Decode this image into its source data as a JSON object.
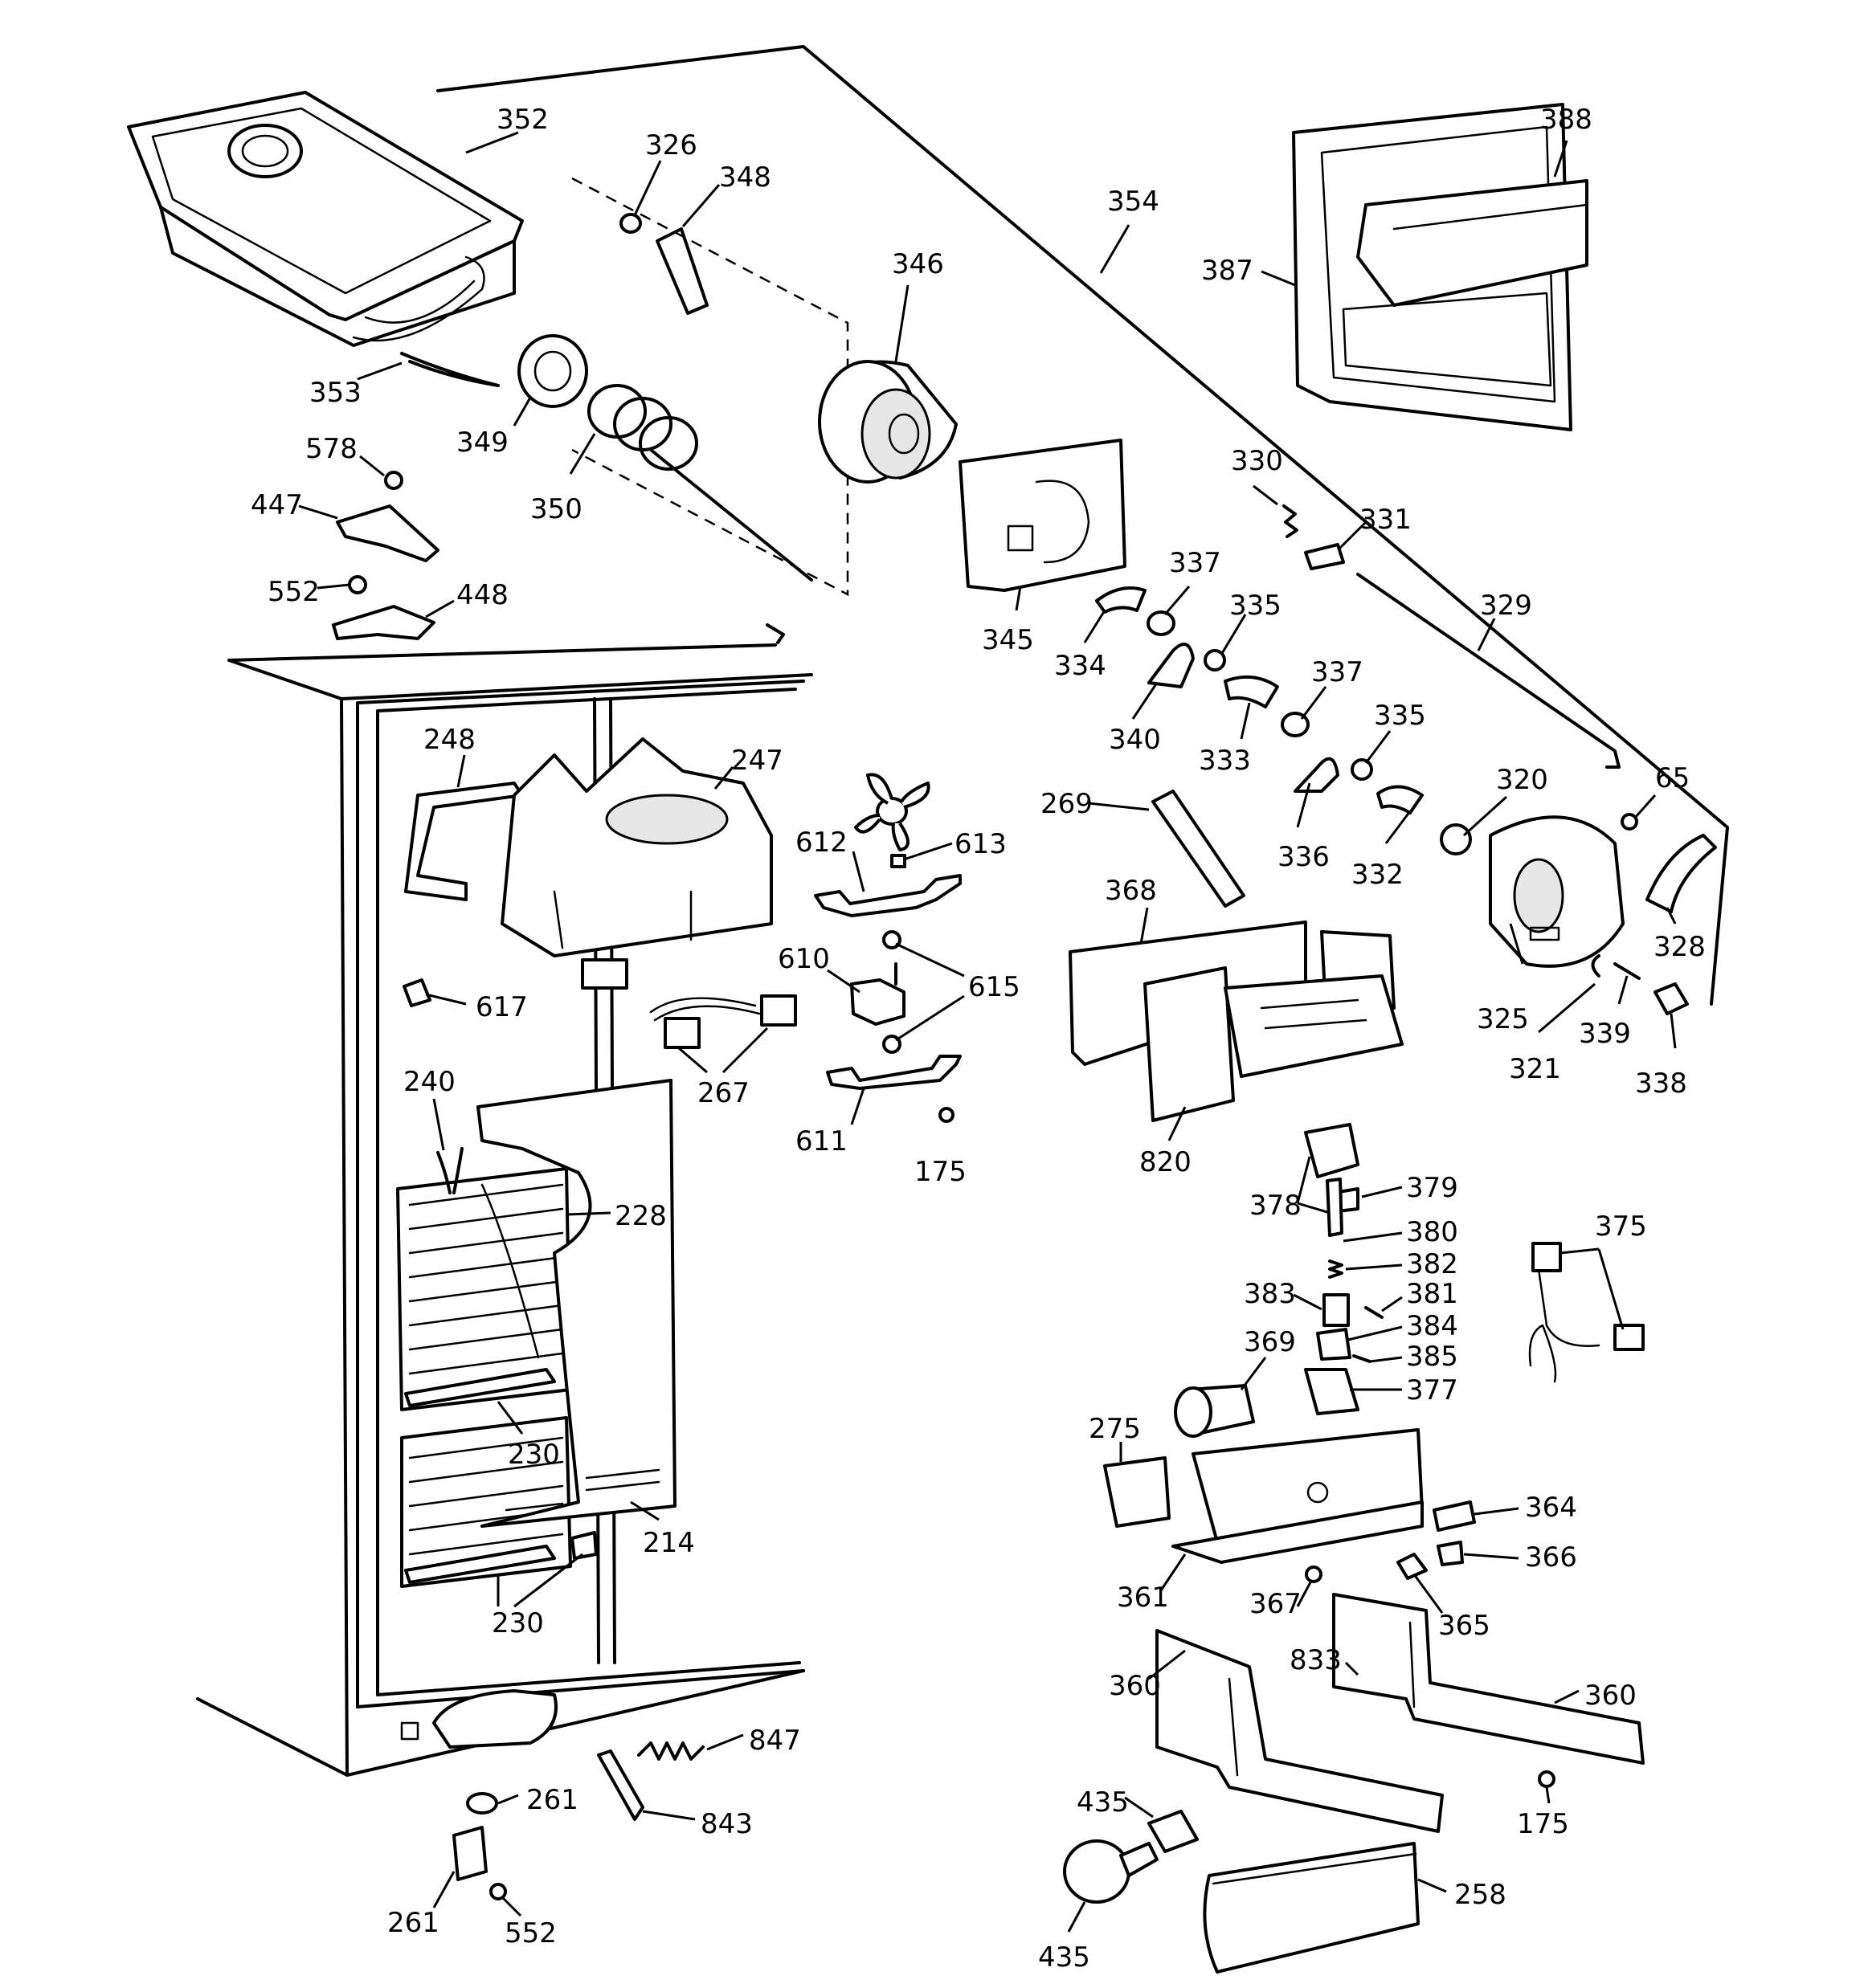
{
  "labels": [
    {
      "text": "352"
    },
    {
      "text": "326"
    },
    {
      "text": "348"
    },
    {
      "text": "346"
    },
    {
      "text": "354"
    },
    {
      "text": "388"
    },
    {
      "text": "387"
    },
    {
      "text": "353"
    },
    {
      "text": "349"
    },
    {
      "text": "350"
    },
    {
      "text": "578"
    },
    {
      "text": "447"
    },
    {
      "text": "552"
    },
    {
      "text": "448"
    },
    {
      "text": "345"
    },
    {
      "text": "330"
    },
    {
      "text": "331"
    },
    {
      "text": "337"
    },
    {
      "text": "335"
    },
    {
      "text": "334"
    },
    {
      "text": "329"
    },
    {
      "text": "340"
    },
    {
      "text": "333"
    },
    {
      "text": "337"
    },
    {
      "text": "335"
    },
    {
      "text": "320"
    },
    {
      "text": "65"
    },
    {
      "text": "248"
    },
    {
      "text": "247"
    },
    {
      "text": "612"
    },
    {
      "text": "613"
    },
    {
      "text": "269"
    },
    {
      "text": "336"
    },
    {
      "text": "332"
    },
    {
      "text": "368"
    },
    {
      "text": "328"
    },
    {
      "text": "610"
    },
    {
      "text": "615"
    },
    {
      "text": "617"
    },
    {
      "text": "325"
    },
    {
      "text": "339"
    },
    {
      "text": "321"
    },
    {
      "text": "338"
    },
    {
      "text": "240"
    },
    {
      "text": "267"
    },
    {
      "text": "611"
    },
    {
      "text": "175"
    },
    {
      "text": "820"
    },
    {
      "text": "228"
    },
    {
      "text": "378"
    },
    {
      "text": "379"
    },
    {
      "text": "375"
    },
    {
      "text": "380"
    },
    {
      "text": "382"
    },
    {
      "text": "383"
    },
    {
      "text": "381"
    },
    {
      "text": "384"
    },
    {
      "text": "369"
    },
    {
      "text": "385"
    },
    {
      "text": "377"
    },
    {
      "text": "275"
    },
    {
      "text": "230"
    },
    {
      "text": "364"
    },
    {
      "text": "214"
    },
    {
      "text": "366"
    },
    {
      "text": "361"
    },
    {
      "text": "230"
    },
    {
      "text": "367"
    },
    {
      "text": "365"
    },
    {
      "text": "833"
    },
    {
      "text": "360"
    },
    {
      "text": "360"
    },
    {
      "text": "847"
    },
    {
      "text": "261"
    },
    {
      "text": "843"
    },
    {
      "text": "175"
    },
    {
      "text": "435"
    },
    {
      "text": "258"
    },
    {
      "text": "261"
    },
    {
      "text": "552"
    },
    {
      "text": "435"
    }
  ]
}
